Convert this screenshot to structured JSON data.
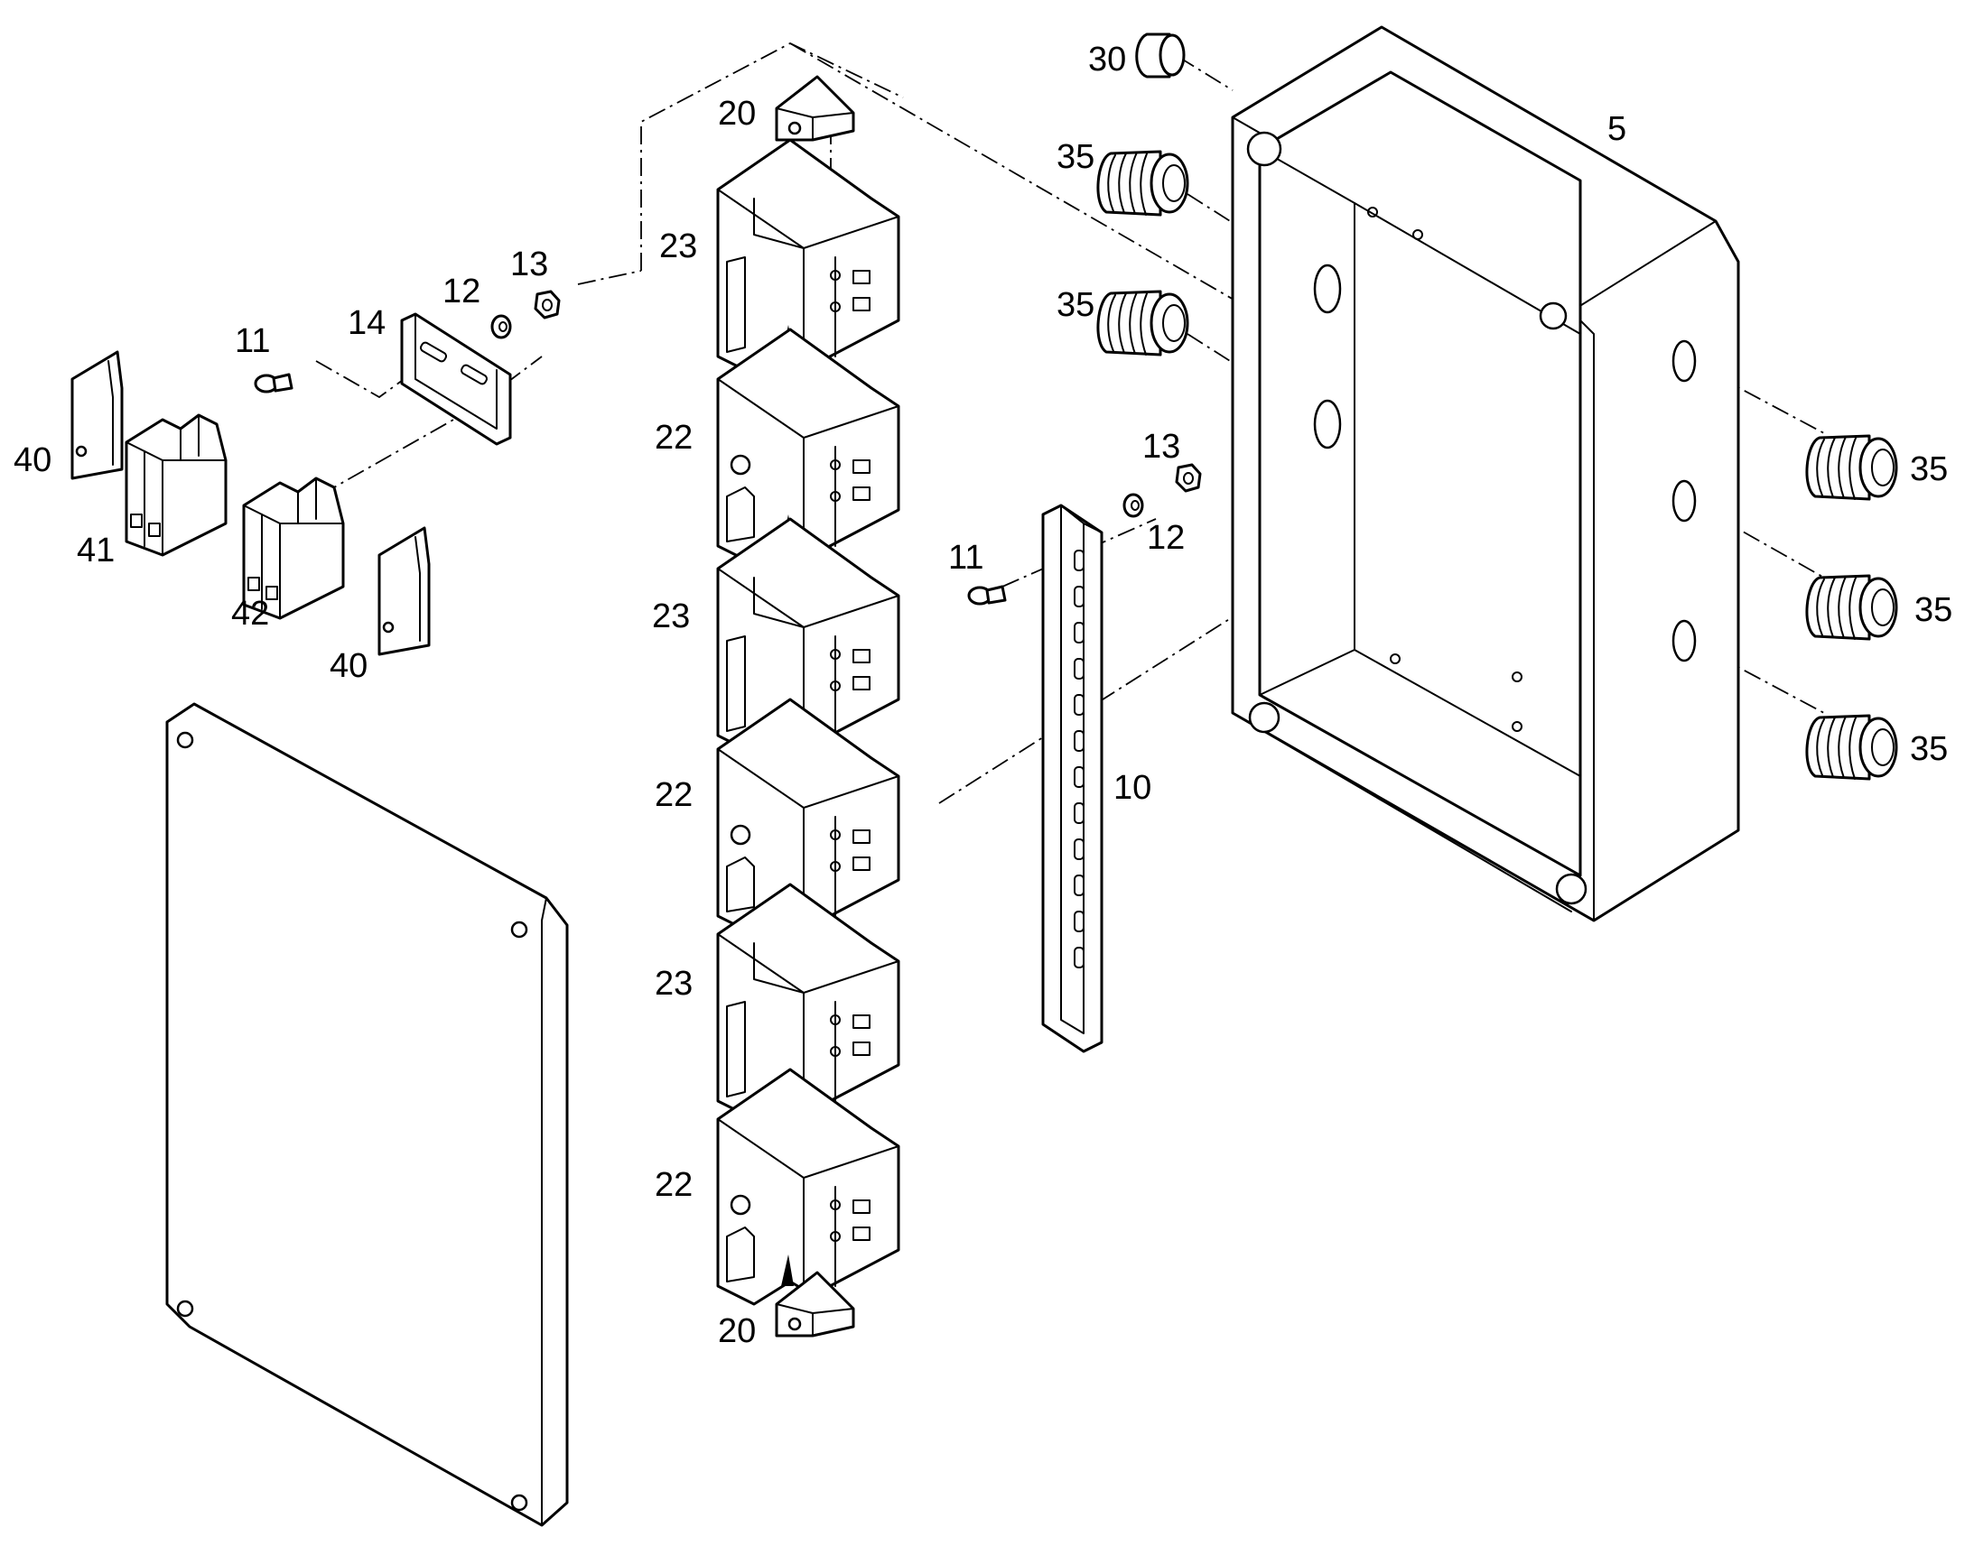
{
  "callouts": [
    {
      "id": "c30",
      "text": "30"
    },
    {
      "id": "c5",
      "text": "5"
    },
    {
      "id": "c20-top",
      "text": "20"
    },
    {
      "id": "c35-a",
      "text": "35"
    },
    {
      "id": "c35-b",
      "text": "35"
    },
    {
      "id": "c23-a",
      "text": "23"
    },
    {
      "id": "c13-a",
      "text": "13"
    },
    {
      "id": "c12-a",
      "text": "12"
    },
    {
      "id": "c14",
      "text": "14"
    },
    {
      "id": "c11-a",
      "text": "11"
    },
    {
      "id": "c22-a",
      "text": "22"
    },
    {
      "id": "c40-a",
      "text": "40"
    },
    {
      "id": "c41",
      "text": "41"
    },
    {
      "id": "c13-b",
      "text": "13"
    },
    {
      "id": "c35-c",
      "text": "35"
    },
    {
      "id": "c11-b",
      "text": "11"
    },
    {
      "id": "c12-b",
      "text": "12"
    },
    {
      "id": "c23-b",
      "text": "23"
    },
    {
      "id": "c35-d",
      "text": "35"
    },
    {
      "id": "c42",
      "text": "42"
    },
    {
      "id": "c40-b",
      "text": "40"
    },
    {
      "id": "c35-e",
      "text": "35"
    },
    {
      "id": "c22-b",
      "text": "22"
    },
    {
      "id": "c10",
      "text": "10"
    },
    {
      "id": "c23-c",
      "text": "23"
    },
    {
      "id": "c22-c",
      "text": "22"
    },
    {
      "id": "c20-bottom",
      "text": "20"
    }
  ]
}
